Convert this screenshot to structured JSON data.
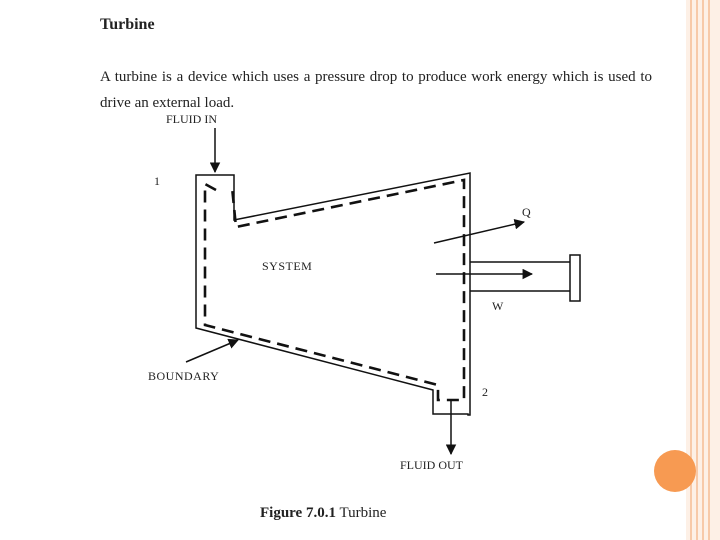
{
  "slide": {
    "title": "Turbine",
    "paragraph": "A turbine is a device which uses a pressure drop to produce work energy which is used to drive an external load.",
    "accent_color": "#f79a52"
  },
  "diagram": {
    "fluid_in": "FLUID IN",
    "fluid_out": "FLUID OUT",
    "state_1": "1",
    "state_2": "2",
    "system": "SYSTEM",
    "boundary": "BOUNDARY",
    "heat": "Q",
    "work": "W"
  },
  "caption": {
    "number": "Figure 7.0.1",
    "text": "Turbine"
  }
}
